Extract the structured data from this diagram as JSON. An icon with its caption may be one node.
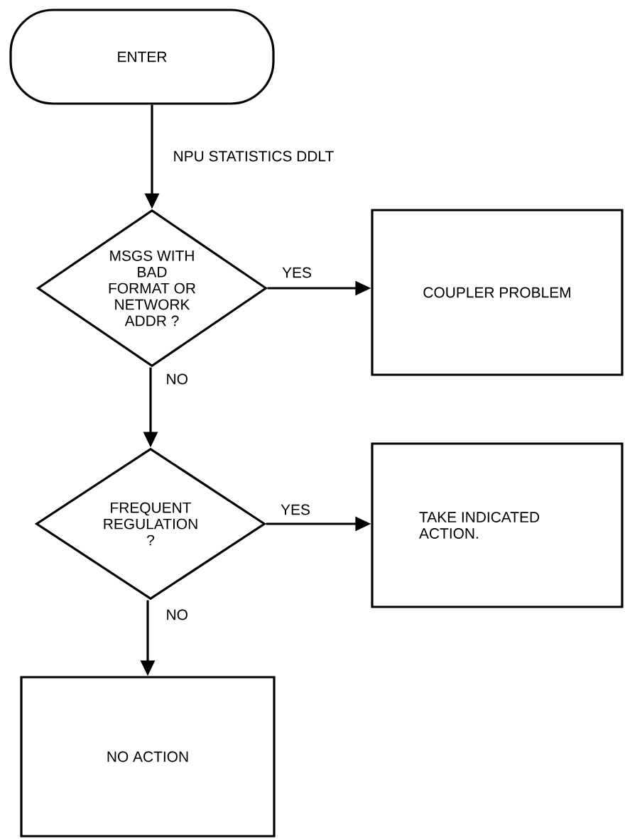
{
  "diagram": {
    "nodes": [
      {
        "text": [
          "ENTER"
        ]
      },
      {
        "text": [
          "MSGS WITH BAD FORMAT OR NETWORK ADDR ?"
        ]
      },
      {
        "text": [
          "COUPLER PROBLEM"
        ]
      },
      {
        "text": [
          "FREQUENT REGULATION ?"
        ]
      },
      {
        "text": [
          "TAKE INDICATED ACTION."
        ]
      },
      {
        "text": [
          "NO ACTION"
        ]
      }
    ],
    "edges": [
      {
        "from": 0,
        "to": 1,
        "arrow": "to",
        "label": "NPU STATISTICS DDLT"
      },
      {
        "from": 1,
        "to": 2,
        "arrow": "to",
        "label": "YES"
      },
      {
        "from": 1,
        "to": 3,
        "arrow": "to",
        "label": "NO"
      },
      {
        "from": 3,
        "to": 4,
        "arrow": "to",
        "label": "YES"
      },
      {
        "from": 3,
        "to": 5,
        "arrow": "to",
        "label": "NO"
      }
    ]
  }
}
